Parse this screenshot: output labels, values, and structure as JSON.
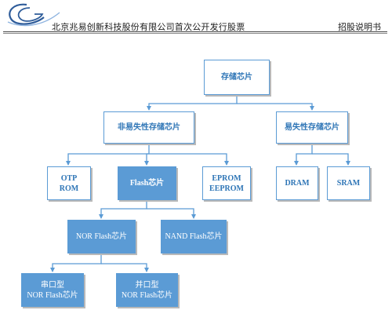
{
  "header": {
    "company": "北京兆易创新科技股份有限公司首次公开发行股票",
    "doc_type": "招股说明书"
  },
  "diagram": {
    "nodes": {
      "storage": "存储芯片",
      "nonvolatile": "非易失性存储芯片",
      "volatile": "易失性存储芯片",
      "otp_rom": "OTP\nROM",
      "flash": "Flash芯片",
      "eprom": "EPROM\nEEPROM",
      "dram": "DRAM",
      "sram": "SRAM",
      "nor_flash": "NOR Flash芯片",
      "nand_flash": "NAND Flash芯片",
      "serial_nor": "串口型\nNOR Flash芯片",
      "parallel_nor": "并口型\nNOR Flash芯片"
    }
  },
  "colors": {
    "accent": "#5b9bd5",
    "accent_text": "#2e75b6"
  }
}
